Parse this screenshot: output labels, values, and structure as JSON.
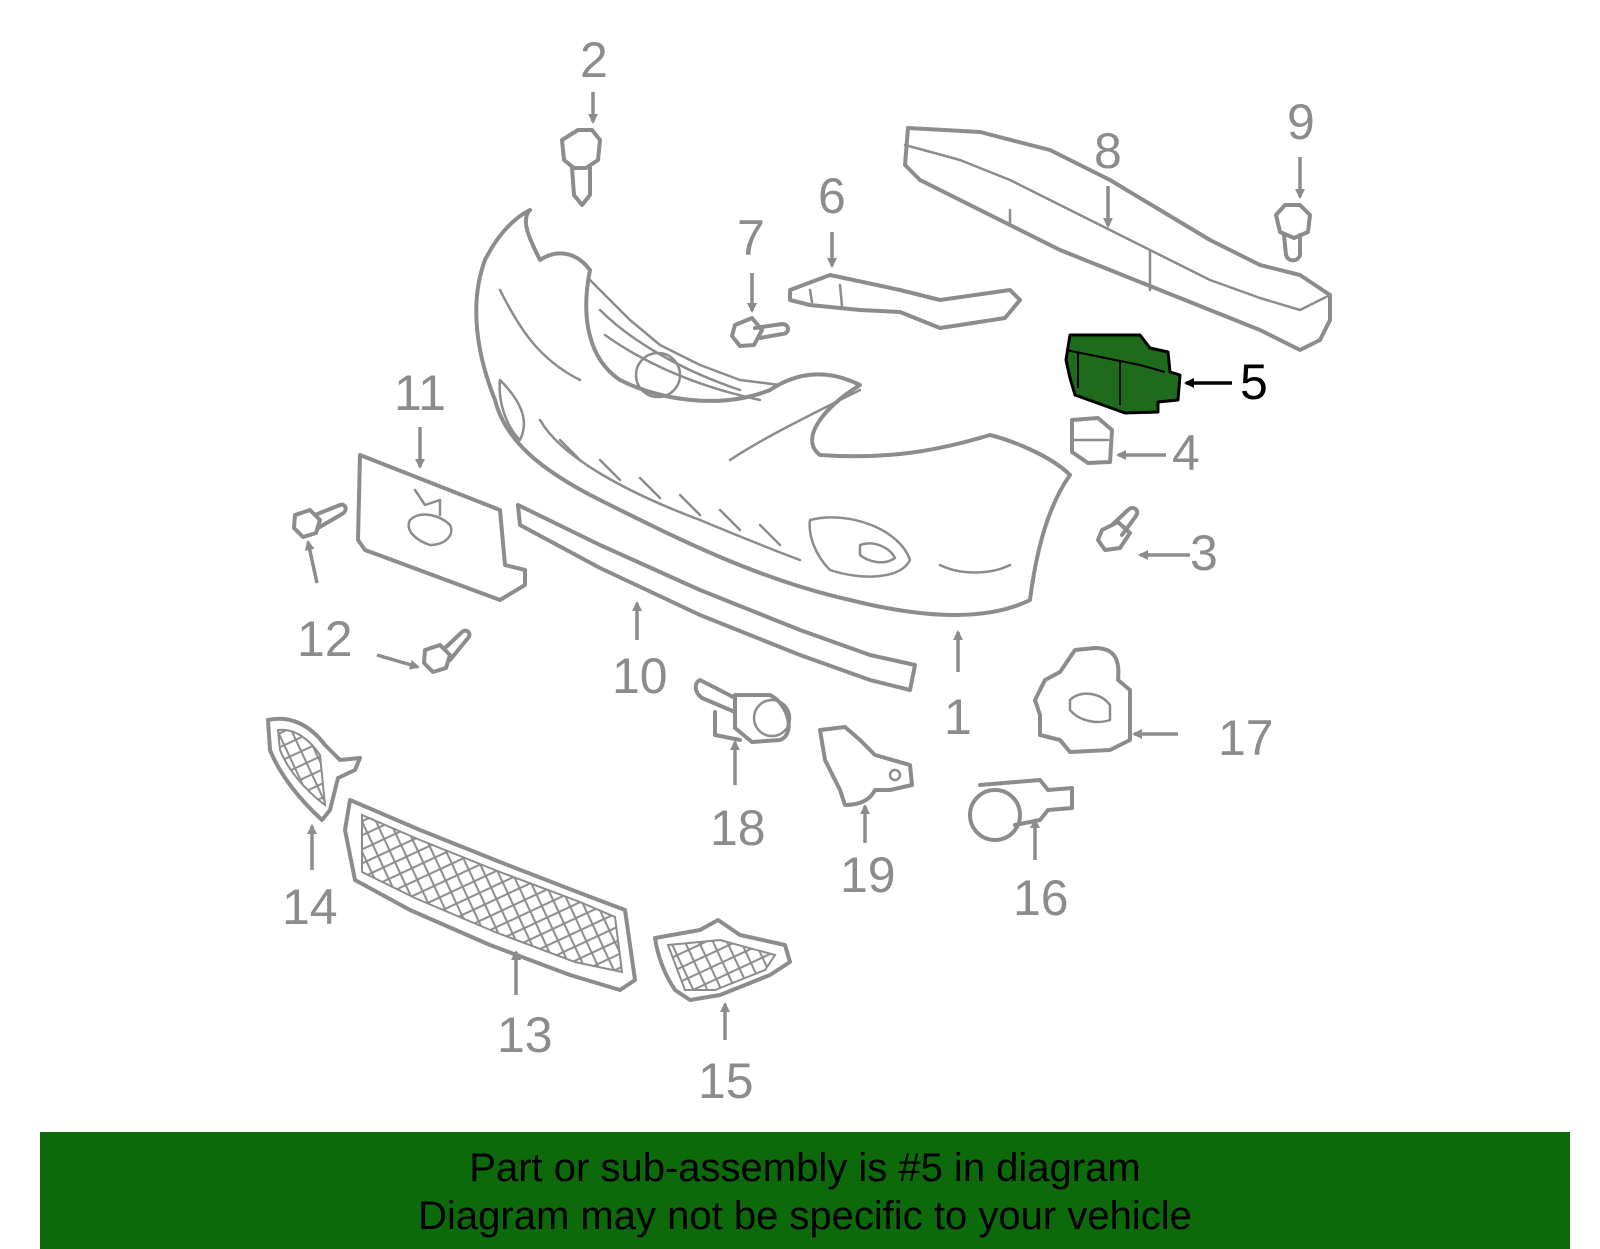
{
  "diagram": {
    "highlighted_part": "5",
    "highlight_color": "#1f6b1c",
    "part_color": "#8c8c8c",
    "callouts": {
      "c1": "1",
      "c2": "2",
      "c3": "3",
      "c4": "4",
      "c5": "5",
      "c6": "6",
      "c7": "7",
      "c8": "8",
      "c9": "9",
      "c10": "10",
      "c11": "11",
      "c12": "12",
      "c13": "13",
      "c14": "14",
      "c15": "15",
      "c16": "16",
      "c17": "17",
      "c18": "18",
      "c19": "19"
    }
  },
  "banner": {
    "line1": "Part or sub-assembly is #5 in diagram",
    "line2": "Diagram may not be specific to your vehicle",
    "background": "#0d6a0b"
  }
}
